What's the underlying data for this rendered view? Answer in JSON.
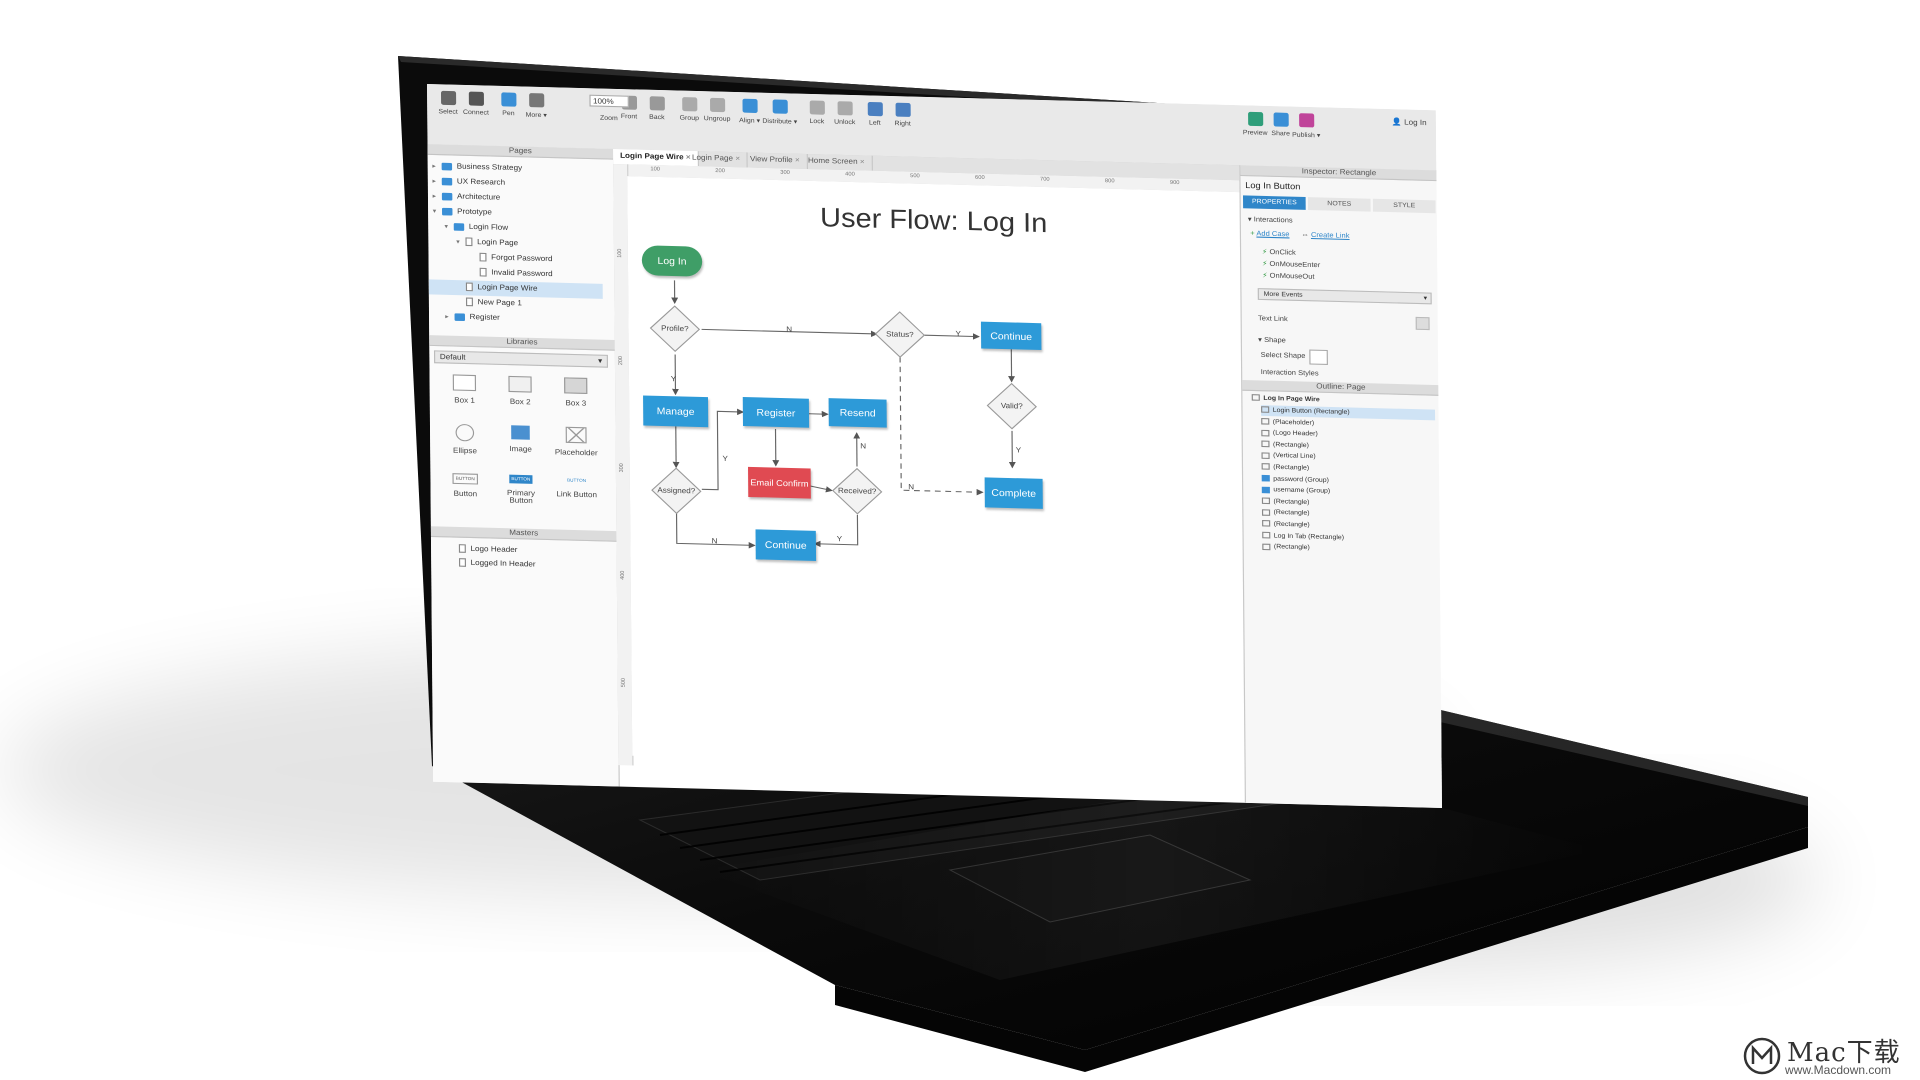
{
  "toolbar": {
    "items": [
      {
        "label": "Select",
        "icon": "select-icon"
      },
      {
        "label": "Connect",
        "icon": "connect-icon"
      },
      {
        "label": "Pen",
        "icon": "pen-icon"
      },
      {
        "label": "More ▾",
        "icon": "more-icon"
      },
      {
        "label": "Front",
        "icon": "front-icon"
      },
      {
        "label": "Back",
        "icon": "back-icon"
      },
      {
        "label": "Group",
        "icon": "group-icon"
      },
      {
        "label": "Ungroup",
        "icon": "ungroup-icon"
      },
      {
        "label": "Align ▾",
        "icon": "align-icon"
      },
      {
        "label": "Distribute ▾",
        "icon": "distribute-icon"
      },
      {
        "label": "Lock",
        "icon": "lock-icon"
      },
      {
        "label": "Unlock",
        "icon": "unlock-icon"
      },
      {
        "label": "Left",
        "icon": "left-icon"
      },
      {
        "label": "Right",
        "icon": "right-icon"
      },
      {
        "label": "Preview",
        "icon": "preview-icon"
      },
      {
        "label": "Share",
        "icon": "share-icon"
      },
      {
        "label": "Publish ▾",
        "icon": "publish-icon"
      }
    ],
    "zoom_value": "100%",
    "zoom_label": "Zoom",
    "login": "Log In"
  },
  "pages": {
    "title": "Pages",
    "items": [
      {
        "label": "Business Strategy",
        "type": "folder"
      },
      {
        "label": "UX Research",
        "type": "folder"
      },
      {
        "label": "Architecture",
        "type": "folder"
      },
      {
        "label": "Prototype",
        "type": "folder"
      },
      {
        "label": "Login Flow",
        "type": "folder"
      },
      {
        "label": "Login Page",
        "type": "page"
      },
      {
        "label": "Forgot Password",
        "type": "page"
      },
      {
        "label": "Invalid Password",
        "type": "page"
      },
      {
        "label": "Login Page Wire",
        "type": "page"
      },
      {
        "label": "New Page 1",
        "type": "page"
      },
      {
        "label": "Register",
        "type": "folder"
      }
    ]
  },
  "libraries": {
    "title": "Libraries",
    "selected": "Default",
    "items": [
      {
        "label": "Box 1"
      },
      {
        "label": "Box 2"
      },
      {
        "label": "Box 3"
      },
      {
        "label": "Ellipse"
      },
      {
        "label": "Image"
      },
      {
        "label": "Placeholder"
      },
      {
        "label": "Button"
      },
      {
        "label": "Primary Button"
      },
      {
        "label": "Link Button"
      }
    ],
    "button_text": "BUTTON"
  },
  "masters": {
    "title": "Masters",
    "items": [
      {
        "label": "Logo Header"
      },
      {
        "label": "Logged In Header"
      }
    ]
  },
  "tabs": [
    {
      "label": "Login Page Wire"
    },
    {
      "label": "Login Page"
    },
    {
      "label": "View Profile"
    },
    {
      "label": "Home Screen"
    }
  ],
  "ruler": {
    "h": [
      "100",
      "200",
      "300",
      "400",
      "500",
      "600",
      "700",
      "800",
      "900"
    ],
    "v": [
      "100",
      "200",
      "300",
      "400",
      "500"
    ]
  },
  "flow": {
    "title": "User Flow: Log In",
    "nodes": {
      "login": "Log In",
      "profile": "Profile?",
      "status": "Status?",
      "continue1": "Continue",
      "manage": "Manage",
      "register": "Register",
      "resend": "Resend",
      "valid": "Valid?",
      "email": "Email Confirm",
      "assigned": "Assigned?",
      "received": "Received?",
      "complete": "Complete",
      "continue2": "Continue"
    },
    "labels": {
      "y": "Y",
      "n": "N"
    },
    "colors": {
      "blue": "#2d9ad8",
      "red": "#e04a52",
      "green": "#3f9e67"
    }
  },
  "inspector": {
    "title": "Inspector: Rectangle",
    "element_name": "Log In Button",
    "tabs": [
      "PROPERTIES",
      "NOTES",
      "STYLE"
    ],
    "interactions": "Interactions",
    "add_case": "Add Case",
    "create_link": "Create Link",
    "events": [
      "OnClick",
      "OnMouseEnter",
      "OnMouseOut"
    ],
    "more_events": "More Events",
    "text_link": "Text Link",
    "shape": "Shape",
    "select_shape": "Select Shape",
    "interaction_styles": "Interaction Styles"
  },
  "outline": {
    "title": "Outline: Page",
    "root": "Log In Page Wire",
    "items": [
      "Login Button (Rectangle)",
      "(Placeholder)",
      "(Logo Header)",
      "(Rectangle)",
      "(Vertical Line)",
      "(Rectangle)",
      "password (Group)",
      "username (Group)",
      "(Rectangle)",
      "(Rectangle)",
      "(Rectangle)",
      "Log In Tab (Rectangle)",
      "(Rectangle)"
    ]
  },
  "watermark": {
    "brand": "Mac下载",
    "url": "www.Macdown.com"
  }
}
